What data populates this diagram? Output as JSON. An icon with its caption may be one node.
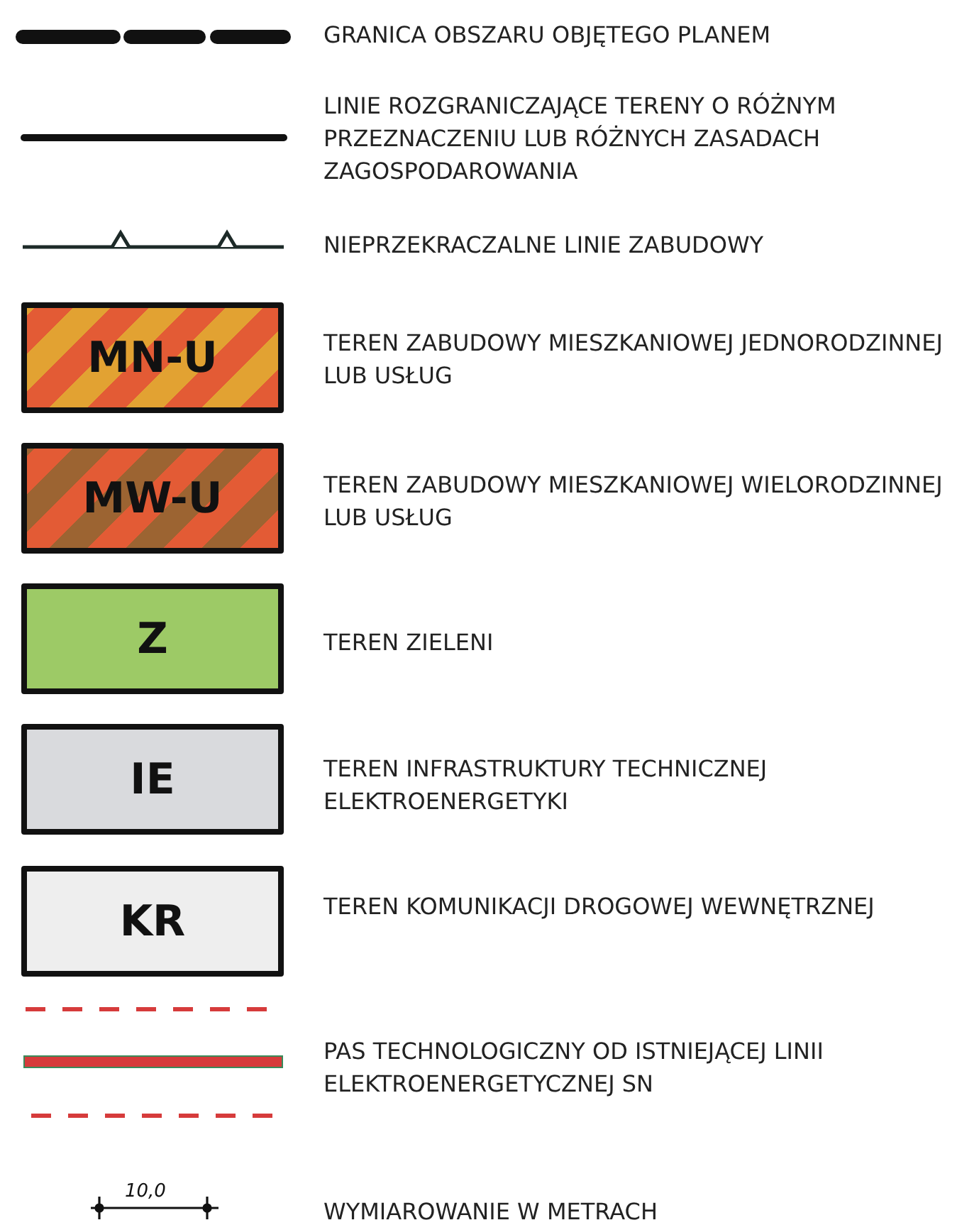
{
  "diagram": {
    "labels": [
      "MN-U",
      "MW-U",
      "Z",
      "IE",
      "KR",
      "10,0"
    ],
    "legend": [
      {
        "text": "GRANICA OBSZARU OBJĘTEGO PLANEM"
      },
      {
        "text": "LINIE ROZGRANICZAJĄCE TERENY O RÓŻNYM PRZEZNACZENIU LUB RÓŻNYCH ZASADACH ZAGOSPODAROWANIA"
      },
      {
        "text": "NIEPRZEKRACZALNE LINIE ZABUDOWY"
      },
      {
        "text": "TEREN ZABUDOWY MIESZKANIOWEJ JEDNORODZINNEJ LUB USŁUG"
      },
      {
        "text": "TEREN ZABUDOWY MIESZKANIOWEJ WIELORODZINNEJ LUB USŁUG"
      },
      {
        "text": "TEREN ZIELENI",
        "color": "#9dca66"
      },
      {
        "text": "TEREN INFRASTRUKTURY TECHNICZNEJ ELEKTROENERGETYKI",
        "color": "#d9dadd"
      },
      {
        "text": "TEREN KOMUNIKACJI DROGOWEJ WEWNĘTRZNEJ",
        "color": "#eeeeee"
      },
      {
        "text": "PAS TECHNOLOGICZNY OD ISTNIEJĄCEJ LINII ELEKTROENERGETYCZNEJ SN"
      },
      {
        "text": "WYMIAROWANIE W METRACH"
      }
    ]
  }
}
